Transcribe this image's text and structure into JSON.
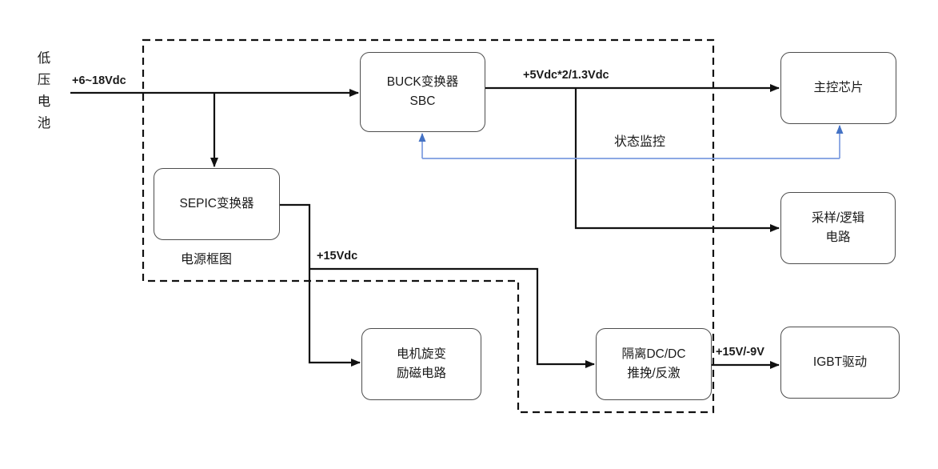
{
  "diagram": {
    "title": "电源框图",
    "source": {
      "label": "低\n压\n电\n池"
    },
    "nodes": {
      "buck": {
        "label": "BUCK变换器\nSBC"
      },
      "sepic": {
        "label": "SEPIC变换器"
      },
      "mcu": {
        "label": "主控芯片"
      },
      "sample": {
        "label": "采样/逻辑\n电路"
      },
      "resolver": {
        "label": "电机旋变\n励磁电路"
      },
      "isolated": {
        "label": "隔离DC/DC\n推挽/反激"
      },
      "igbt": {
        "label": "IGBT驱动"
      }
    },
    "labels": {
      "vin": {
        "text": "+6~18Vdc"
      },
      "v5": {
        "text": "+5Vdc*2/1.3Vdc"
      },
      "status": {
        "text": "状态监控"
      },
      "v15": {
        "text": "+15Vdc"
      },
      "out": {
        "text": "+15V/-9V"
      }
    },
    "edges": [
      {
        "from": "低压电池",
        "to": "BUCK变换器 SBC",
        "label": "+6~18Vdc",
        "color": "black"
      },
      {
        "from": "低压电池",
        "to": "SEPIC变换器",
        "label": "",
        "color": "black"
      },
      {
        "from": "BUCK变换器 SBC",
        "to": "主控芯片",
        "label": "+5Vdc*2/1.3Vdc",
        "color": "black"
      },
      {
        "from": "BUCK变换器 SBC",
        "to": "采样/逻辑电路",
        "label": "",
        "color": "black"
      },
      {
        "from": "SEPIC变换器",
        "to": "电机旋变励磁电路",
        "label": "",
        "color": "black"
      },
      {
        "from": "SEPIC变换器",
        "to": "隔离DC/DC推挽/反激",
        "label": "+15Vdc",
        "color": "black"
      },
      {
        "from": "隔离DC/DC推挽/反激",
        "to": "IGBT驱动",
        "label": "+15V/-9V",
        "color": "black"
      },
      {
        "from": "主控芯片/BUCK变换器",
        "to": "状态监控总线",
        "label": "状态监控",
        "color": "blue"
      }
    ],
    "colors": {
      "wire": "#111111",
      "status_wire": "#7c9be0",
      "status_arrow": "#4472c4",
      "box_border": "#4d4d4d",
      "dashed_border": "#111111"
    }
  }
}
